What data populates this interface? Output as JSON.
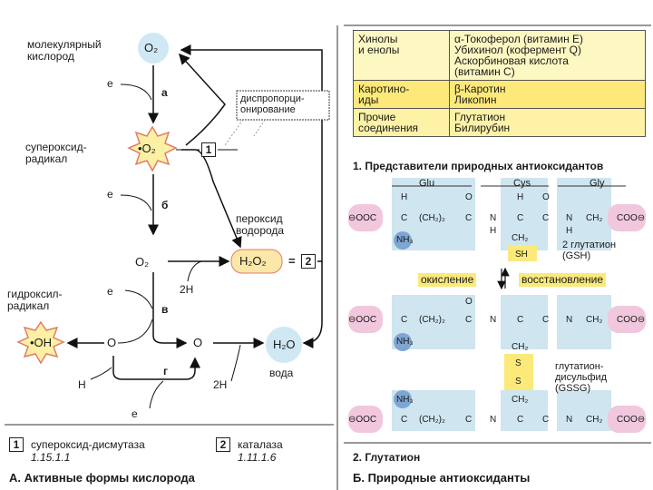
{
  "left": {
    "o2": "O₂",
    "mol_oxygen": [
      "молекулярный",
      "кислород"
    ],
    "superoxide_label": [
      "супероксид-",
      "радикал"
    ],
    "superoxide": "•O₂",
    "peroxide_label": [
      "пероксид",
      "водорода"
    ],
    "h2o2": "H₂O₂",
    "o2_2minus": "O₂",
    "hydroxyl_label": [
      "гидроксил-",
      "радикал"
    ],
    "oh": "•OH",
    "o_minus": "O",
    "o_2minus": "O",
    "h2o": "H₂O",
    "water": "вода",
    "dispro": [
      "диспропорци-",
      "онирование"
    ],
    "e": "e",
    "two_h": "2H",
    "h": "H",
    "steps": [
      "а",
      "б",
      "в",
      "г"
    ],
    "box1": "1",
    "box2": "2",
    "eq": "=",
    "legend1": "супероксид-дисмутаза",
    "legend1_ec": "1.15.1.1",
    "legend2": "каталаза",
    "legend2_ec": "1.11.1.6",
    "caption": "А. Активные формы кислорода"
  },
  "table": {
    "rows": [
      {
        "cls": [
          "Хинолы",
          "и енолы"
        ],
        "items": [
          "α-Токоферол (витамин Е)",
          "Убихинол (кофермент Q)",
          "Аскорбиновая кислота",
          "(витамин С)"
        ]
      },
      {
        "cls": [
          "Каротино-",
          "иды"
        ],
        "items": [
          "β-Каротин",
          "Ликопин"
        ]
      },
      {
        "cls": [
          "Прочие",
          "соединения"
        ],
        "items": [
          "Глутатион",
          "Билирубин"
        ]
      }
    ],
    "caption": "1. Представители природных антиоксидантов"
  },
  "glut": {
    "aa": [
      "Glu",
      "Cys",
      "Gly"
    ],
    "coo": "⊖OOC",
    "coo_r": "COO⊖",
    "ch2_2": "(CH₂)₂",
    "c": "C",
    "n": "N",
    "h": "H",
    "o": "O",
    "ch2": "CH₂",
    "nh3": "NH₃",
    "sh": "SH",
    "s": "S",
    "gsh": [
      "2 глутатион",
      "(GSH)"
    ],
    "gssg": [
      "глутатион-",
      "дисульфид",
      "(GSSG)"
    ],
    "oxid": "окисление",
    "reduc": "восстановление",
    "caption": "2. Глутатион"
  },
  "footer_right": "Б. Природные антиоксиданты",
  "colors": {
    "o2_blue": "#cfe8f4",
    "star_yellow": "#fbf0a4",
    "star_edge": "#e07b6a",
    "h2o2_box": "#fbe7a8",
    "pink": "#f1c7dd",
    "blue_band": "#cfe5ef",
    "nh3_blue": "#7ea6d3",
    "yellow_cap": "#fbe97a"
  }
}
